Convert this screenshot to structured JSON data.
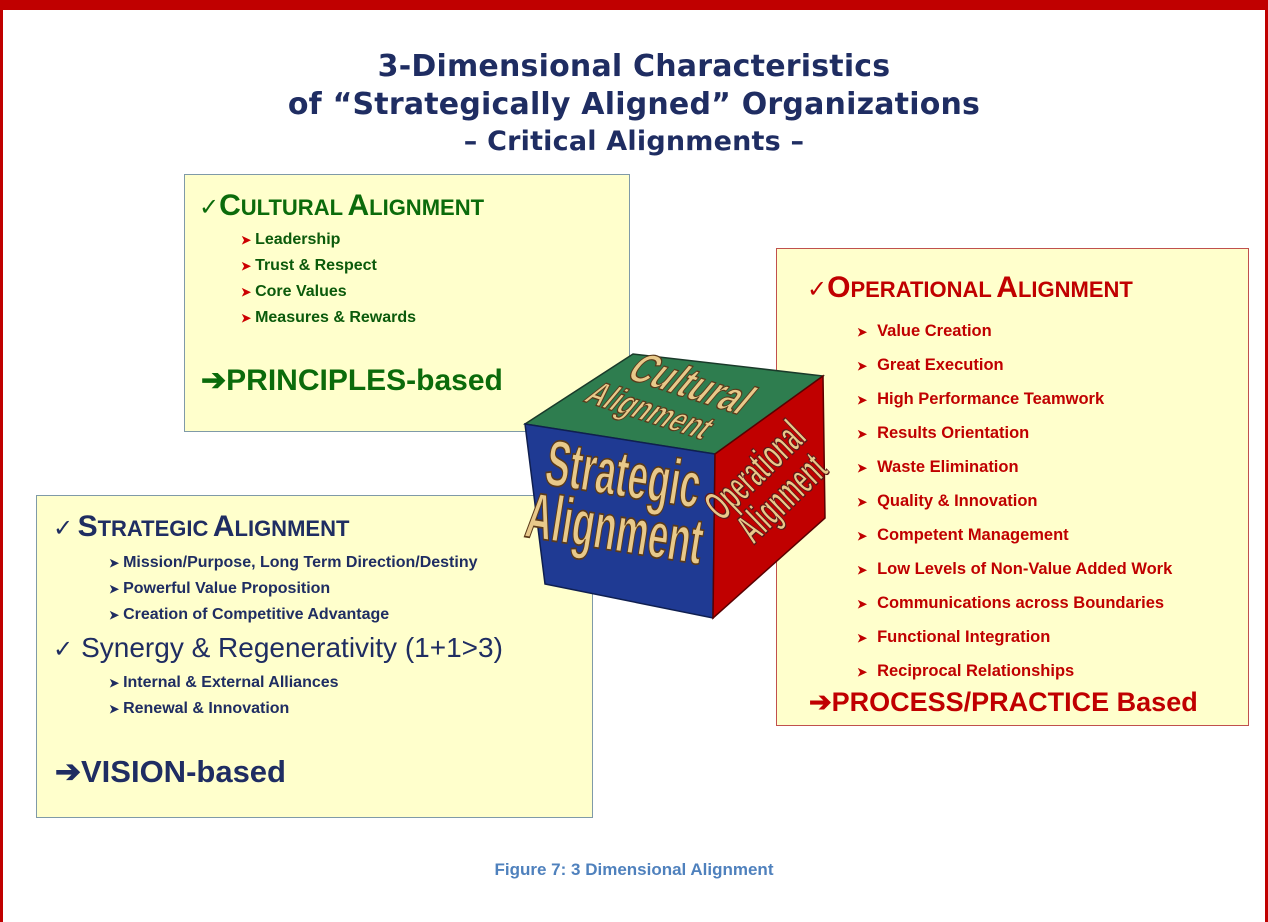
{
  "title": {
    "line1": "3-Dimensional Characteristics",
    "line2": "of “Strategically Aligned” Organizations",
    "line3": "– Critical Alignments –"
  },
  "cultural": {
    "heading_first_big": "C",
    "heading_first_rest": "ULTURAL",
    "heading_second_big": "A",
    "heading_second_rest": "LIGNMENT",
    "items": [
      "Leadership",
      "Trust & Respect",
      "Core Values",
      "Measures & Rewards"
    ],
    "tag": "PRINCIPLES-based"
  },
  "strategic": {
    "heading_first_big": "S",
    "heading_first_rest": "TRATEGIC",
    "heading_second_big": "A",
    "heading_second_rest": "LIGNMENT",
    "items": [
      "Mission/Purpose, Long Term Direction/Destiny",
      "Powerful Value Proposition",
      "Creation of Competitive Advantage"
    ],
    "synergy_heading": "Synergy & Regenerativity (1+1>3)",
    "synergy_items": [
      "Internal & External Alliances",
      "Renewal & Innovation"
    ],
    "tag": "VISION-based"
  },
  "operational": {
    "heading_first_big": "O",
    "heading_first_rest": "PERATIONAL",
    "heading_second_big": "A",
    "heading_second_rest": "LIGNMENT",
    "items": [
      "Value Creation",
      "Great Execution",
      "High Performance Teamwork",
      "Results Orientation",
      "Waste Elimination",
      "Quality & Innovation",
      "Competent Management",
      "Low Levels of Non-Value Added Work",
      "Communications across Boundaries",
      "Functional Integration",
      "Reciprocal Relationships"
    ],
    "tag": "PROCESS/PRACTICE Based"
  },
  "cube": {
    "top_line1": "Cultural",
    "top_line2": "Alignment",
    "front_line1": "Strategic",
    "front_line2": "Alignment",
    "side_line1": "Operational",
    "side_line2": "Alignment",
    "colors": {
      "top": "#2e7d4f",
      "front": "#1f3a93",
      "side": "#c00000",
      "text": "#e8c98a"
    }
  },
  "caption": "Figure 7: 3 Dimensional Alignment",
  "colors": {
    "border": "#c00000",
    "box_fill": "#ffffcc",
    "title": "#1f2d62",
    "caption": "#4f81bd"
  }
}
